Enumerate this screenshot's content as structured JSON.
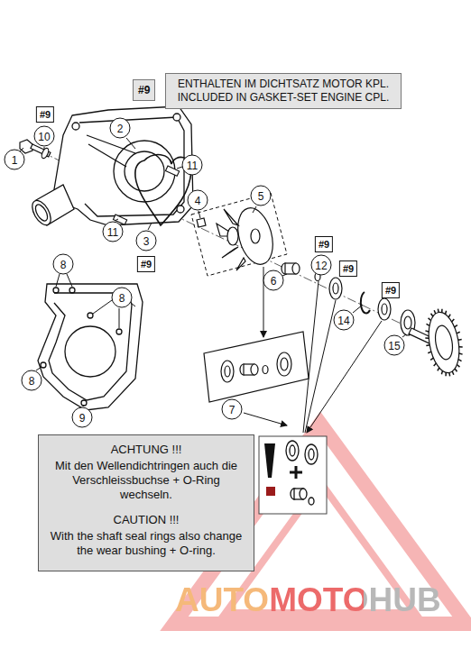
{
  "diagram": {
    "nodes": [
      {
        "text": [
          "#9"
        ]
      },
      {
        "text": [
          "ENTHALTEN IM DICHTSATZ MOTOR KPL. INCLUDED IN GASKET-SET ENGINE CPL."
        ]
      },
      {
        "text": [
          "#9"
        ]
      },
      {
        "text": [
          "10"
        ]
      },
      {
        "text": [
          "2"
        ]
      },
      {
        "text": [
          "1"
        ]
      },
      {
        "text": [
          "11"
        ]
      },
      {
        "text": [
          "4"
        ]
      },
      {
        "text": [
          "5"
        ]
      },
      {
        "text": [
          "3"
        ]
      },
      {
        "text": [
          "#9"
        ]
      },
      {
        "text": [
          "11"
        ]
      },
      {
        "text": [
          "8"
        ]
      },
      {
        "text": [
          "8"
        ]
      },
      {
        "text": [
          "#9"
        ]
      },
      {
        "text": [
          "12"
        ]
      },
      {
        "text": [
          "6"
        ]
      },
      {
        "text": [
          "#9"
        ]
      },
      {
        "text": [
          "#9"
        ]
      },
      {
        "text": [
          "14"
        ]
      },
      {
        "text": [
          "15"
        ]
      },
      {
        "text": [
          "8"
        ]
      },
      {
        "text": [
          "9"
        ]
      },
      {
        "text": [
          "7"
        ]
      },
      {
        "text": [
          "ACHTUNG !!!",
          "Mit den Wellendichtringen auch die Verschleissbuchse + O-Ring wechseln.",
          "CAUTION !!!",
          "With the shaft seal rings also change the wear bushing + O-ring."
        ]
      }
    ],
    "labels": [
      "AUTOMOTOHUB"
    ]
  }
}
